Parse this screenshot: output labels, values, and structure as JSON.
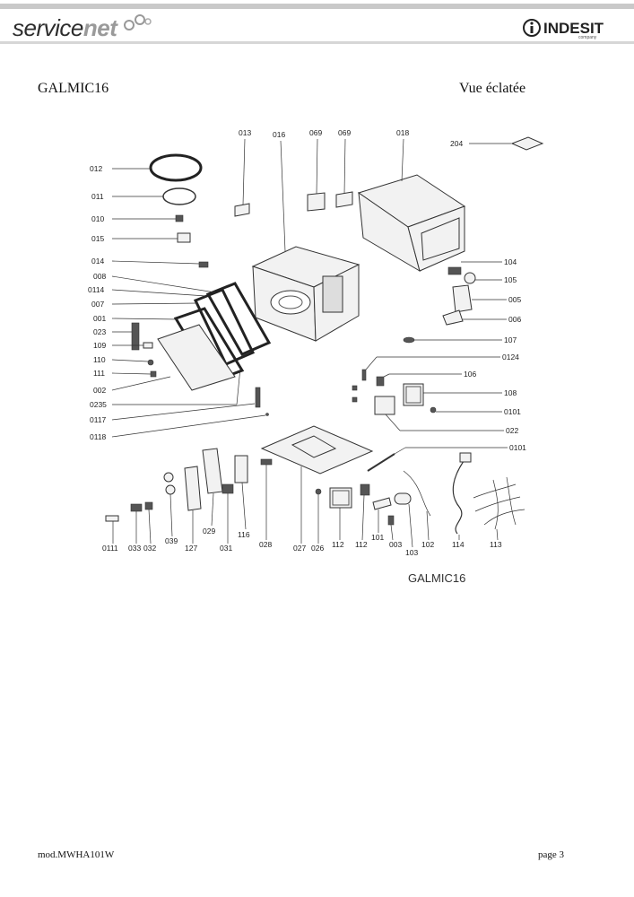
{
  "header": {
    "brand_part1": "service",
    "brand_part2": "net",
    "logo_name": "INDESIT",
    "logo_sub": "company"
  },
  "document": {
    "model": "GALMIC16",
    "view_title": "Vue éclatée",
    "diagram_caption": "GALMIC16"
  },
  "parts": [
    "013",
    "016",
    "069",
    "069",
    "018",
    "204",
    "012",
    "011",
    "010",
    "015",
    "014",
    "008",
    "0114",
    "007",
    "001",
    "023",
    "109",
    "110",
    "111",
    "002",
    "0235",
    "0117",
    "0118",
    "104",
    "105",
    "005",
    "006",
    "107",
    "0124",
    "106",
    "108",
    "0101",
    "022",
    "0101",
    "0111",
    "033",
    "032",
    "039",
    "127",
    "029",
    "031",
    "116",
    "028",
    "027",
    "026",
    "112",
    "112",
    "101",
    "003",
    "103",
    "102",
    "114",
    "113"
  ],
  "footer": {
    "left": "mod.MWHA101W",
    "right": "page 3"
  }
}
